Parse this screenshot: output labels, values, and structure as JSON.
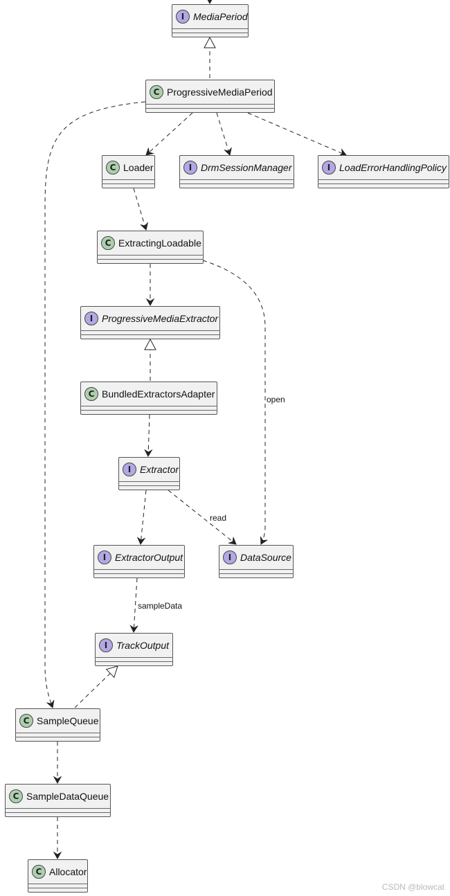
{
  "nodes": {
    "media_period": {
      "name": "MediaPeriod",
      "kind": "interface",
      "badge": "I"
    },
    "progressive_media_period": {
      "name": "ProgressiveMediaPeriod",
      "kind": "class",
      "badge": "C"
    },
    "loader": {
      "name": "Loader",
      "kind": "class",
      "badge": "C"
    },
    "drm_session_manager": {
      "name": "DrmSessionManager",
      "kind": "interface",
      "badge": "I"
    },
    "load_error_handling_policy": {
      "name": "LoadErrorHandlingPolicy",
      "kind": "interface",
      "badge": "I"
    },
    "extracting_loadable": {
      "name": "ExtractingLoadable",
      "kind": "class",
      "badge": "C"
    },
    "progressive_media_extractor": {
      "name": "ProgressiveMediaExtractor",
      "kind": "interface",
      "badge": "I"
    },
    "bundled_extractors_adapter": {
      "name": "BundledExtractorsAdapter",
      "kind": "class",
      "badge": "C"
    },
    "extractor": {
      "name": "Extractor",
      "kind": "interface",
      "badge": "I"
    },
    "extractor_output": {
      "name": "ExtractorOutput",
      "kind": "interface",
      "badge": "I"
    },
    "data_source": {
      "name": "DataSource",
      "kind": "interface",
      "badge": "I"
    },
    "track_output": {
      "name": "TrackOutput",
      "kind": "interface",
      "badge": "I"
    },
    "sample_queue": {
      "name": "SampleQueue",
      "kind": "class",
      "badge": "C"
    },
    "sample_data_queue": {
      "name": "SampleDataQueue",
      "kind": "class",
      "badge": "C"
    },
    "allocator": {
      "name": "Allocator",
      "kind": "class",
      "badge": "C"
    }
  },
  "edges": [
    {
      "from": "progressive_media_period",
      "to": "media_period",
      "type": "realization",
      "label": ""
    },
    {
      "from": "progressive_media_period",
      "to": "loader",
      "type": "dependency",
      "label": ""
    },
    {
      "from": "progressive_media_period",
      "to": "drm_session_manager",
      "type": "dependency",
      "label": ""
    },
    {
      "from": "progressive_media_period",
      "to": "load_error_handling_policy",
      "type": "dependency",
      "label": ""
    },
    {
      "from": "progressive_media_period",
      "to": "sample_queue",
      "type": "dependency",
      "label": ""
    },
    {
      "from": "loader",
      "to": "extracting_loadable",
      "type": "dependency",
      "label": ""
    },
    {
      "from": "extracting_loadable",
      "to": "progressive_media_extractor",
      "type": "dependency",
      "label": ""
    },
    {
      "from": "extracting_loadable",
      "to": "data_source",
      "type": "dependency",
      "label": "open"
    },
    {
      "from": "bundled_extractors_adapter",
      "to": "progressive_media_extractor",
      "type": "realization",
      "label": ""
    },
    {
      "from": "bundled_extractors_adapter",
      "to": "extractor",
      "type": "dependency",
      "label": ""
    },
    {
      "from": "extractor",
      "to": "extractor_output",
      "type": "dependency",
      "label": ""
    },
    {
      "from": "extractor",
      "to": "data_source",
      "type": "dependency",
      "label": "read"
    },
    {
      "from": "extractor_output",
      "to": "track_output",
      "type": "dependency",
      "label": "sampleData"
    },
    {
      "from": "sample_queue",
      "to": "track_output",
      "type": "realization",
      "label": ""
    },
    {
      "from": "sample_queue",
      "to": "sample_data_queue",
      "type": "dependency",
      "label": ""
    },
    {
      "from": "sample_data_queue",
      "to": "allocator",
      "type": "dependency",
      "label": ""
    }
  ],
  "edge_labels": {
    "open": "open",
    "read": "read",
    "sample_data": "sampleData"
  },
  "watermark": "CSDN @blowcat"
}
